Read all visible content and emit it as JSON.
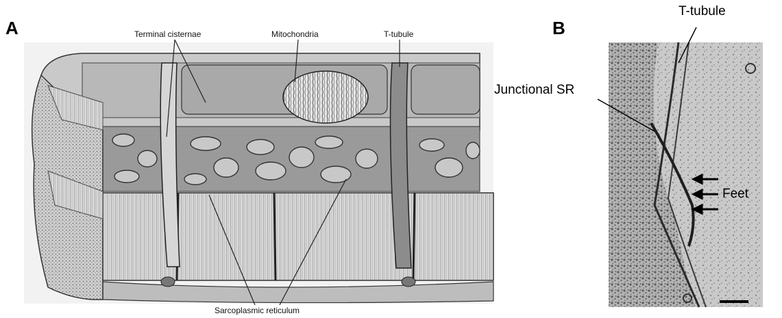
{
  "panel_a": {
    "letter": "A",
    "labels": {
      "terminal_cisternae": "Terminal cisternae",
      "mitochondria": "Mitochondria",
      "t_tubule": "T-tubule",
      "sarcoplasmic_reticulum": "Sarcoplasmic reticulum"
    }
  },
  "panel_b": {
    "letter": "B",
    "labels": {
      "t_tubule": "T-tubule",
      "junctional_sr": "Junctional SR",
      "feet": "Feet"
    }
  }
}
